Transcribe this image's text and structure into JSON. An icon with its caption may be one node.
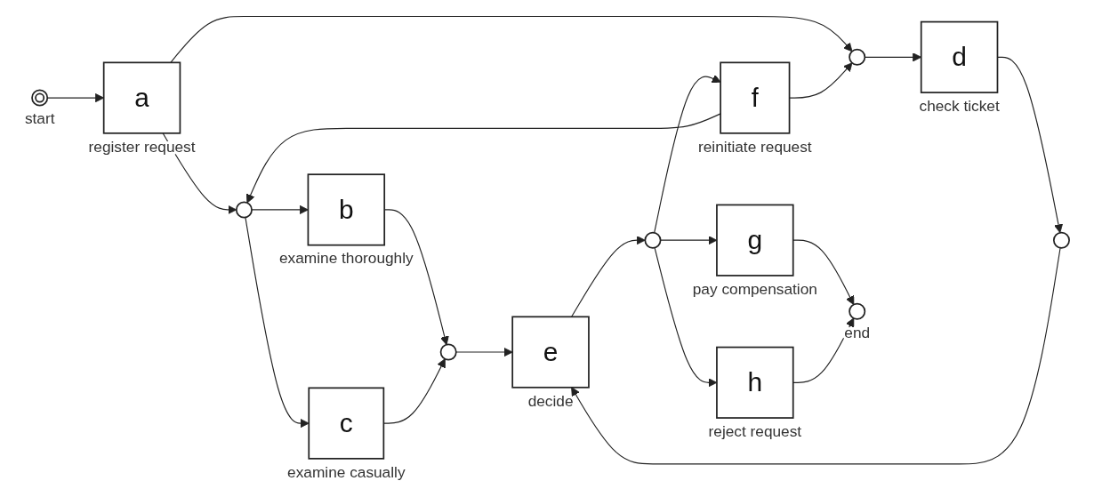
{
  "diagram": {
    "nodes": [
      {
        "text": [],
        "shape": "circle",
        "beside": [
          "start"
        ]
      },
      {
        "text": [
          "a"
        ],
        "beside": [
          "register request"
        ]
      },
      {
        "text": [],
        "shape": "circle"
      },
      {
        "text": [],
        "shape": "circle"
      },
      {
        "text": [
          "b"
        ],
        "beside": [
          "examine thoroughly"
        ]
      },
      {
        "text": [
          "c"
        ],
        "beside": [
          "examine casually"
        ]
      },
      {
        "text": [
          "d"
        ],
        "beside": [
          "check ticket"
        ]
      },
      {
        "text": [],
        "shape": "circle"
      },
      {
        "text": [],
        "shape": "circle"
      },
      {
        "text": [
          "e"
        ],
        "beside": [
          "decide"
        ]
      },
      {
        "text": [],
        "shape": "circle"
      },
      {
        "text": [
          "g"
        ],
        "beside": [
          "pay compensation"
        ]
      },
      {
        "text": [
          "h"
        ],
        "beside": [
          "reject request"
        ]
      },
      {
        "text": [],
        "shape": "circle",
        "beside": [
          "end"
        ]
      },
      {
        "text": [
          "f"
        ],
        "beside": [
          "reinitiate request"
        ]
      }
    ],
    "edges": [
      {
        "from": 0,
        "to": 1,
        "arrow": "to"
      },
      {
        "from": 1,
        "to": 2,
        "arrow": "to"
      },
      {
        "from": 1,
        "to": 3,
        "arrow": "to"
      },
      {
        "from": 2,
        "to": 4,
        "arrow": "to"
      },
      {
        "from": 2,
        "to": 5,
        "arrow": "to"
      },
      {
        "from": 3,
        "to": 6,
        "arrow": "to"
      },
      {
        "from": 4,
        "to": 7,
        "arrow": "to"
      },
      {
        "from": 5,
        "to": 7,
        "arrow": "to"
      },
      {
        "from": 6,
        "to": 8,
        "arrow": "to"
      },
      {
        "from": 7,
        "to": 9,
        "arrow": "to"
      },
      {
        "from": 8,
        "to": 9,
        "arrow": "to"
      },
      {
        "from": 9,
        "to": 10,
        "arrow": "to"
      },
      {
        "from": 10,
        "to": 11,
        "arrow": "to"
      },
      {
        "from": 10,
        "to": 12,
        "arrow": "to"
      },
      {
        "from": 11,
        "to": 13,
        "arrow": "to"
      },
      {
        "from": 12,
        "to": 13,
        "arrow": "to"
      },
      {
        "from": 10,
        "to": 14,
        "arrow": "to"
      },
      {
        "from": 14,
        "to": 2,
        "arrow": "to"
      },
      {
        "from": 14,
        "to": 3,
        "arrow": "to"
      }
    ]
  }
}
